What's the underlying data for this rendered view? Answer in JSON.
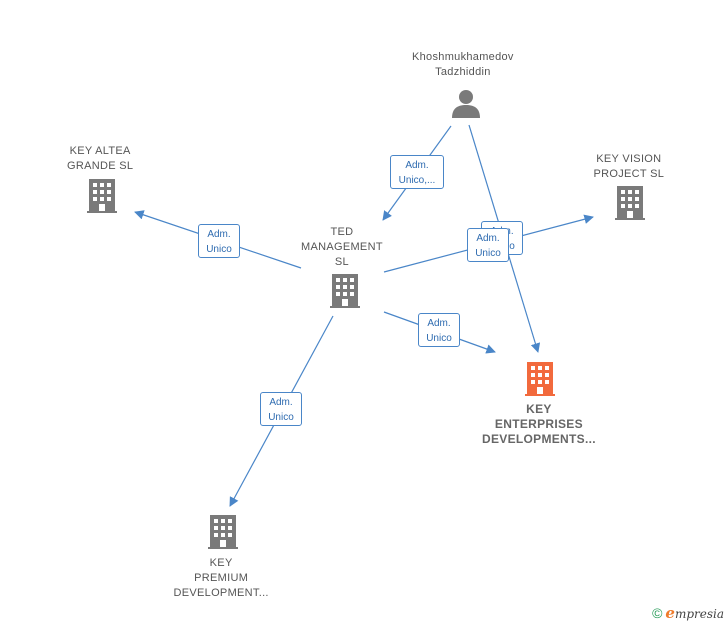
{
  "colors": {
    "edge": "#4a86c8",
    "building": "#7a7a7a",
    "building_focus": "#f26a3d",
    "person": "#7a7a7a"
  },
  "nodes": [
    {
      "id": "khoshmukhamedov",
      "type": "person",
      "lines": [
        "Khoshmukhamedov",
        "Tadzhiddin"
      ],
      "icon": "person-icon"
    },
    {
      "id": "key-altea",
      "type": "company",
      "lines": [
        "KEY ALTEA",
        "GRANDE  SL"
      ],
      "icon": "building-icon"
    },
    {
      "id": "key-vision",
      "type": "company",
      "lines": [
        "KEY VISION",
        "PROJECT  SL"
      ],
      "icon": "building-icon"
    },
    {
      "id": "ted-management",
      "type": "company",
      "lines": [
        "TED",
        "MANAGEMENT",
        "SL"
      ],
      "icon": "building-icon"
    },
    {
      "id": "key-enterprises",
      "type": "company",
      "focus": true,
      "lines": [
        "KEY",
        "ENTERPRISES",
        "DEVELOPMENTS..."
      ],
      "icon": "building-icon"
    },
    {
      "id": "key-premium",
      "type": "company",
      "lines": [
        "KEY",
        "PREMIUM",
        "DEVELOPMENT..."
      ],
      "icon": "building-icon"
    }
  ],
  "edges": [
    {
      "from": "khoshmukhamedov",
      "to": "ted-management",
      "lines": [
        "Adm.",
        "Unico,..."
      ]
    },
    {
      "from": "khoshmukhamedov",
      "to": "key-enterprises",
      "lines": [
        "Adm.",
        "Unico"
      ]
    },
    {
      "from": "ted-management",
      "to": "key-altea",
      "lines": [
        "Adm.",
        "Unico"
      ]
    },
    {
      "from": "ted-management",
      "to": "key-vision",
      "lines": [
        "Adm.",
        "Unico"
      ]
    },
    {
      "from": "ted-management",
      "to": "key-enterprises",
      "lines": [
        "Adm.",
        "Unico"
      ]
    },
    {
      "from": "ted-management",
      "to": "key-premium",
      "lines": [
        "Adm.",
        "Unico"
      ]
    }
  ],
  "brand": {
    "copyright": "©",
    "initial": "e",
    "rest": "mpresia"
  }
}
